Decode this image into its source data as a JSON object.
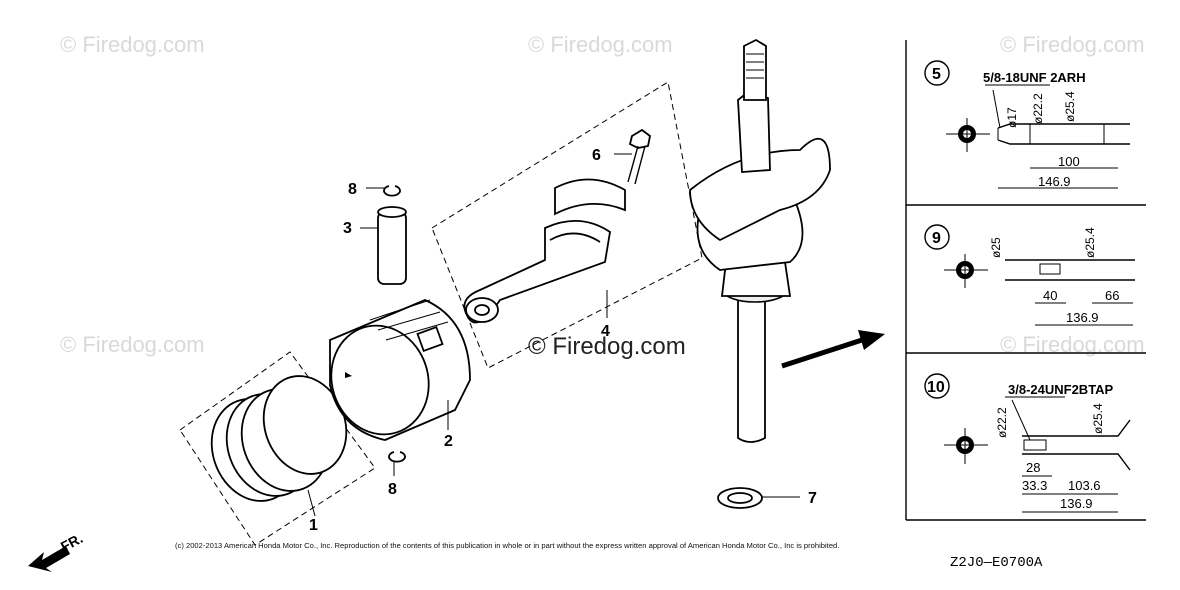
{
  "watermarks": {
    "text": "© Firedog.com"
  },
  "callouts": {
    "c1": "1",
    "c2": "2",
    "c3": "3",
    "c4": "4",
    "c5": "5",
    "c6": "6",
    "c7": "7",
    "c8a": "8",
    "c8b": "8",
    "c9": "9",
    "c10": "10"
  },
  "detail5": {
    "thread": "5/8-18UNF 2ARH",
    "d17": "ø17",
    "d22": "ø22.2",
    "d25": "ø25.4",
    "len100": "100",
    "len146": "146.9"
  },
  "detail9": {
    "d25": "ø25",
    "d254": "ø25.4",
    "len40": "40",
    "len66": "66",
    "len136": "136.9"
  },
  "detail10": {
    "thread": "3/8-24UNF2BTAP",
    "d22": "ø22.2",
    "d25": "ø25.4",
    "len28": "28",
    "len33": "33.3",
    "len103": "103.6",
    "len136": "136.9"
  },
  "fr_label": "FR.",
  "copyright": "(c) 2002-2013 American Honda Motor Co., Inc. Reproduction of the contents of this publication in whole or in part without the express written approval of American Honda Motor Co., Inc is prohibited.",
  "drawing_code": "Z2J0—E0700A"
}
